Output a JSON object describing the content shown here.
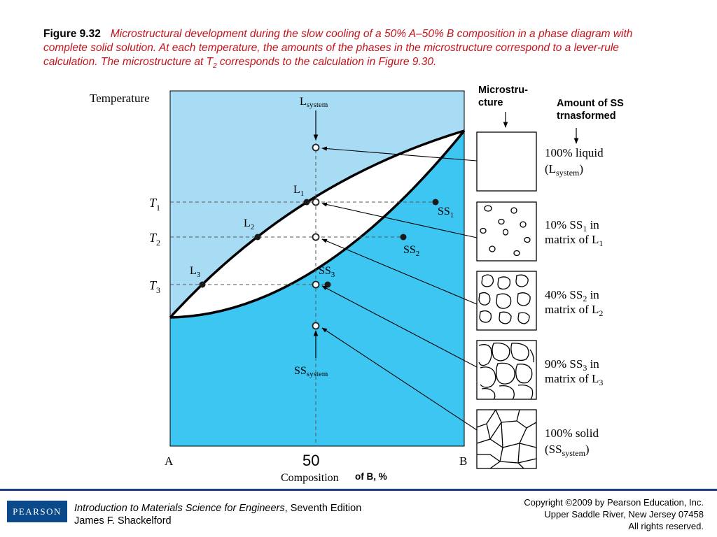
{
  "caption": {
    "number": "Figure 9.32",
    "text_1": "Microstructural development during the slow cooling of a 50% A–50% B composition in a phase diagram with complete solid solution. At each temperature, the amounts of the phases in the microstructure correspond to a lever-rule calculation. The microstructure at T",
    "text_sub": "2",
    "text_2": " corresponds to the calculation in Figure 9.30."
  },
  "diagram": {
    "y_axis_label": "Temperature",
    "x_axis_label": "Composition",
    "x_axis_label_overlay": "of B, %",
    "x_left": "A",
    "x_right": "B",
    "x_marker": "50",
    "temperatures": {
      "t1": "T",
      "t1_sub": "1",
      "t2": "T",
      "t2_sub": "2",
      "t3": "T",
      "t3_sub": "3"
    },
    "points": {
      "l_system": "L",
      "l_system_sub": "system",
      "ss_system": "SS",
      "ss_system_sub": "system",
      "l1": "L",
      "l1_sub": "1",
      "l2": "L",
      "l2_sub": "2",
      "l3": "L",
      "l3_sub": "3",
      "ss1": "SS",
      "ss1_sub": "1",
      "ss2": "SS",
      "ss2_sub": "2",
      "ss3": "SS",
      "ss3_sub": "3"
    },
    "colors": {
      "liquid_region": "#a8dcf5",
      "solid_region": "#3ec6f2",
      "two_phase_region": "#ffffff"
    }
  },
  "headers": {
    "microstructure": "Microstru-cture",
    "amount": "Amount of SS trnasformed"
  },
  "microstructures": [
    {
      "line1": "100% liquid",
      "line2": "(L",
      "line2_sub": "system",
      "line2_end": ")"
    },
    {
      "line1a": "10% SS",
      "line1_sub": "1",
      "line1b": " in",
      "line2": "matrix of L",
      "line2_sub": "1"
    },
    {
      "line1a": "40% SS",
      "line1_sub": "2",
      "line1b": " in",
      "line2": "matrix of L",
      "line2_sub": "2"
    },
    {
      "line1a": "90% SS",
      "line1_sub": "3",
      "line1b": " in",
      "line2": "matrix of L",
      "line2_sub": "3"
    },
    {
      "line1": "100% solid",
      "line2": "(SS",
      "line2_sub": "system",
      "line2_end": ")"
    }
  ],
  "footer": {
    "logo": "PEARSON",
    "book_title": "Introduction to Materials Science for Engineers",
    "book_edition": ", Seventh Edition",
    "author": "James F. Shackelford",
    "copyright_1": "Copyright ©2009 by Pearson Education, Inc.",
    "copyright_2": "Upper Saddle River, New Jersey 07458",
    "copyright_3": "All rights reserved."
  }
}
